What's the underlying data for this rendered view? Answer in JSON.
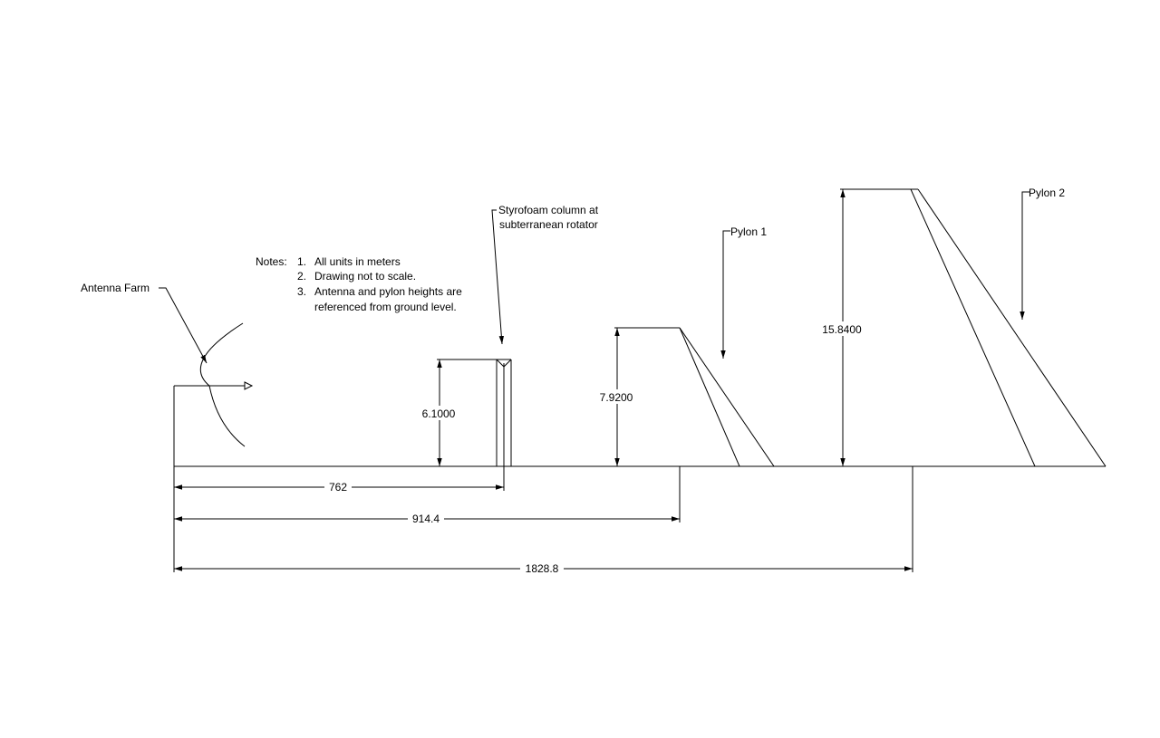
{
  "notes": {
    "heading": "Notes:",
    "items": [
      {
        "num": "1.",
        "line1": "All units in meters",
        "line2": ""
      },
      {
        "num": "2.",
        "line1": "Drawing not to scale.",
        "line2": ""
      },
      {
        "num": "3.",
        "line1": "Antenna and pylon heights are",
        "line2": "referenced from ground level."
      }
    ]
  },
  "labels": {
    "antenna_farm": "Antenna Farm",
    "column_line1": "Styrofoam column at",
    "column_line2": "subterranean rotator",
    "pylon1": "Pylon 1",
    "pylon2": "Pylon 2"
  },
  "dimensions": {
    "column_height": "6.1000",
    "pylon1_height": "7.9200",
    "pylon2_height": "15.8400",
    "column_distance": "762",
    "pylon1_distance": "914.4",
    "pylon2_distance": "1828.8"
  }
}
